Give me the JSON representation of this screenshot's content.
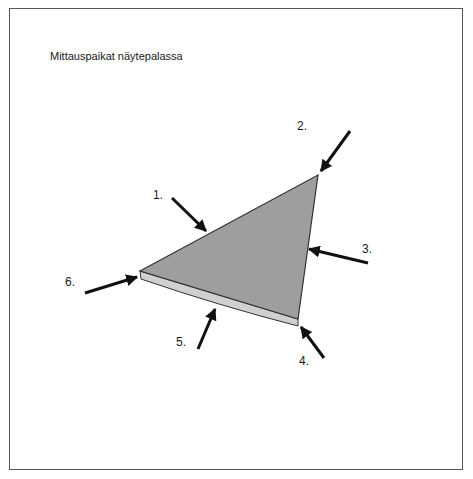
{
  "diagram": {
    "title": "Mittauspaikat näytepalassa",
    "labels": [
      "1.",
      "2.",
      "3.",
      "4.",
      "5.",
      "6."
    ]
  }
}
